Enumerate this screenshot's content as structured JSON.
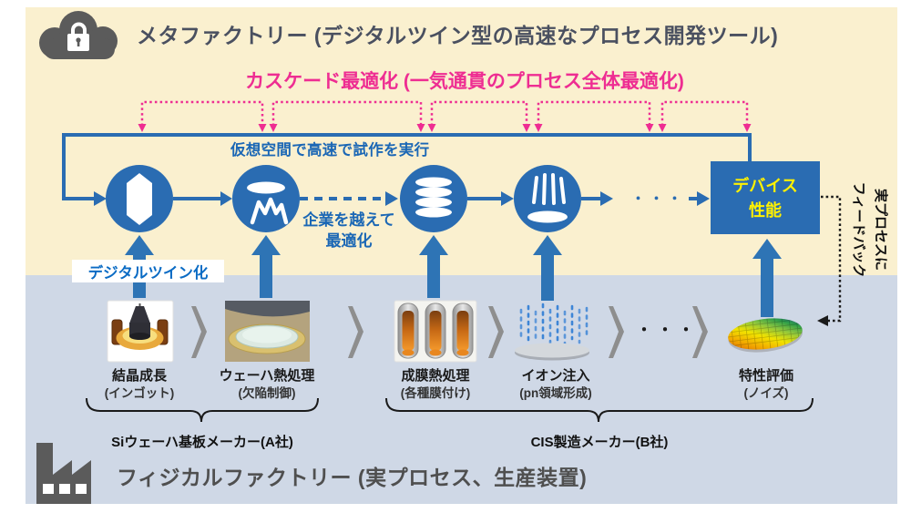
{
  "header": {
    "title": "メタファクトリー (デジタルツイン型の高速なプロセス開発ツール)",
    "icon": "cloud-lock-icon"
  },
  "cascade": {
    "label": "カスケード最適化 (一気通貫のプロセス全体最適化)"
  },
  "virtual_space": {
    "caption": "仮想空間で高速で試作を実行",
    "cross_company_line1": "企業を越えて",
    "cross_company_line2": "最適化",
    "ellipsis": "・・・",
    "step_icons": [
      "ingot-crystal-icon",
      "wafer-anneal-icon",
      "film-stack-icon",
      "ion-implant-icon"
    ]
  },
  "digital_twin": {
    "label": "デジタルツイン化"
  },
  "device": {
    "line1": "デバイス",
    "line2": "性能"
  },
  "feedback": {
    "line1": "実プロセスに",
    "line2": "フィードバック"
  },
  "physical": {
    "ellipsis": "・・・",
    "processes": [
      {
        "name": "結晶成長",
        "sub": "(インゴット)",
        "icon": "crystal-growth-photo"
      },
      {
        "name": "ウェーハ熱処理",
        "sub": "(欠陥制御)",
        "icon": "wafer-heat-photo"
      },
      {
        "name": "成膜熱処理",
        "sub": "(各種膜付け)",
        "icon": "tube-furnace-photo"
      },
      {
        "name": "イオン注入",
        "sub": "(pn領域形成)",
        "icon": "ion-implant-graphic"
      },
      {
        "name": "特性評価",
        "sub": "(ノイズ)",
        "icon": "wafer-map-photo"
      }
    ],
    "makers": [
      {
        "label": "Siウェーハ基板メーカー(A社)"
      },
      {
        "label": "CIS製造メーカー(B社)"
      }
    ],
    "footer_title": "フィジカルファクトリー (実プロセス、生産装置)",
    "footer_icon": "factory-icon"
  },
  "colors": {
    "virtual_bg": "#FAF0CF",
    "physical_bg": "#CFD8E6",
    "process_blue": "#2A6CB2",
    "cascade_pink": "#EE2D92",
    "device_text_yellow": "#FFF100",
    "title_gray": "#4A5060",
    "icon_gray": "#5B5B5B"
  }
}
